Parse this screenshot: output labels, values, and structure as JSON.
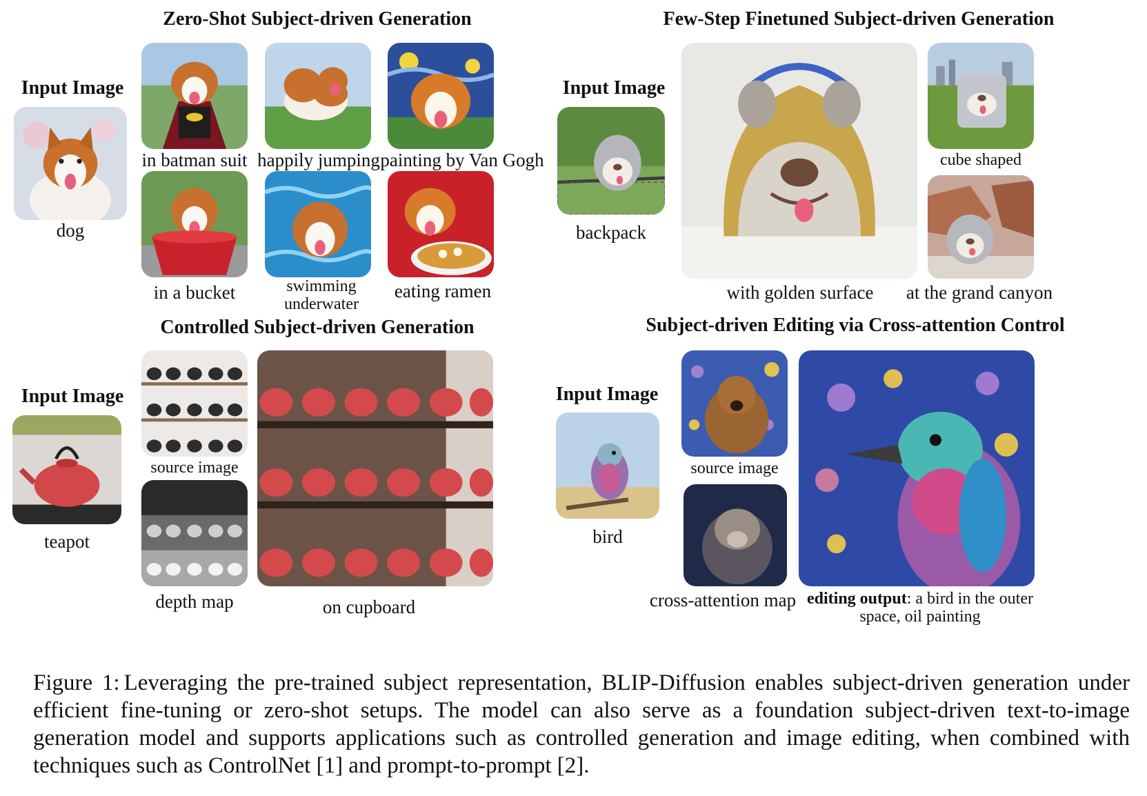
{
  "panels": {
    "zero_shot": {
      "title": "Zero-Shot Subject-driven Generation",
      "input_heading": "Input Image",
      "input_label": "dog",
      "outputs": [
        "in batman suit",
        "happily jumping",
        "painting by Van Gogh",
        "in a bucket",
        "swimming underwater",
        "eating ramen"
      ]
    },
    "few_step": {
      "title": "Few-Step Finetuned Subject-driven Generation",
      "input_heading": "Input Image",
      "input_label": "backpack",
      "outputs": [
        "with golden surface",
        "cube shaped",
        "at the grand canyon"
      ]
    },
    "controlled": {
      "title": "Controlled Subject-driven Generation",
      "input_heading": "Input Image",
      "input_label": "teapot",
      "source_label": "source image",
      "depth_label": "depth map",
      "output_label": "on cupboard"
    },
    "editing": {
      "title": "Subject-driven Editing via Cross-attention Control",
      "input_heading": "Input Image",
      "input_label": "bird",
      "source_label": "source image",
      "attention_label": "cross-attention map",
      "output_bold": "editing output",
      "output_rest": ": a bird in the outer space, oil painting"
    }
  },
  "caption": {
    "figure_label": "Figure 1:",
    "text": "Leveraging the pre-trained subject representation, BLIP-Diffusion enables subject-driven generation under efficient fine-tuning or zero-shot setups. The model can also serve as a foundation subject-driven text-to-image generation model and supports applications such as controlled generation and image editing, when combined with techniques such as ControlNet [1] and prompt-to-prompt [2]."
  }
}
